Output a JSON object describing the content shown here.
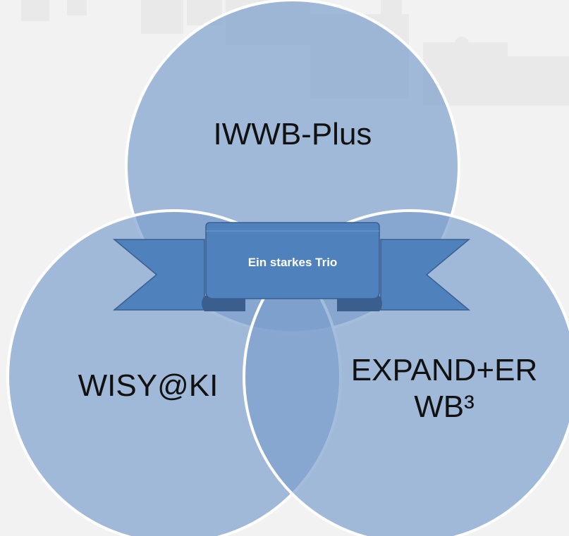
{
  "diagram": {
    "circles": [
      {
        "label": "IWWB-Plus"
      },
      {
        "label": "WISY@KI"
      },
      {
        "label": "EXPAND+ER\nWB³"
      }
    ],
    "banner": {
      "text": "Ein starkes Trio"
    }
  },
  "colors": {
    "background": "#f2f2f2",
    "circle_fill": "#7b9dcc",
    "circle_border": "#ffffff",
    "banner_fill": "#4f81bd",
    "banner_shadow": "#3a5f8f",
    "label_text": "#111111",
    "banner_text": "#ffffff"
  }
}
